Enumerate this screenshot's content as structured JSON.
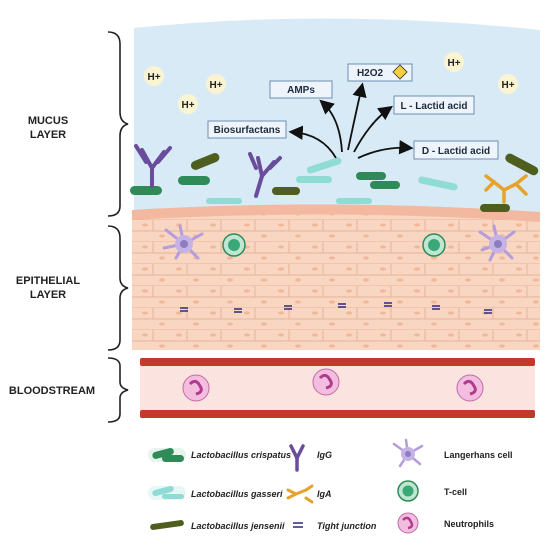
{
  "layers": {
    "mucus_line1": "MUCUS",
    "mucus_line2": "LAYER",
    "epithelial_line1": "EPITHELIAL",
    "epithelial_line2": "LAYER",
    "bloodstream": "BLOODSTREAM"
  },
  "hydrogen_ion": "H+",
  "products": {
    "biosurfactans": "Biosurfactans",
    "amps": "AMPs",
    "h2o2": "H2O2",
    "l_lactic": "L - Lactid acid",
    "d_lactic": "D - Lactid acid"
  },
  "legend": {
    "crispatus": "Lactobacillus crispatus",
    "gasseri": "Lactobacillus gasseri",
    "jensenii": "Lactobacillus jensenii",
    "igg": "IgG",
    "iga": "IgA",
    "tight_junction": "Tight junction",
    "langerhans": "Langerhans cell",
    "tcell": "T-cell",
    "neutrophils": "Neutrophils"
  },
  "colors": {
    "mucus": "#d6eaf6",
    "epithelium": "#f8d2bd",
    "vessel_wall": "#c0392b",
    "crispatus": "#2e8b57",
    "gasseri": "#7fd8cf",
    "jensenii": "#4d5e1f",
    "igg": "#6a4c9c",
    "iga": "#e5a32b",
    "langerhans": "#b39ddb",
    "tcell": "#3aa876",
    "neutrophil": "#e58cc0"
  }
}
